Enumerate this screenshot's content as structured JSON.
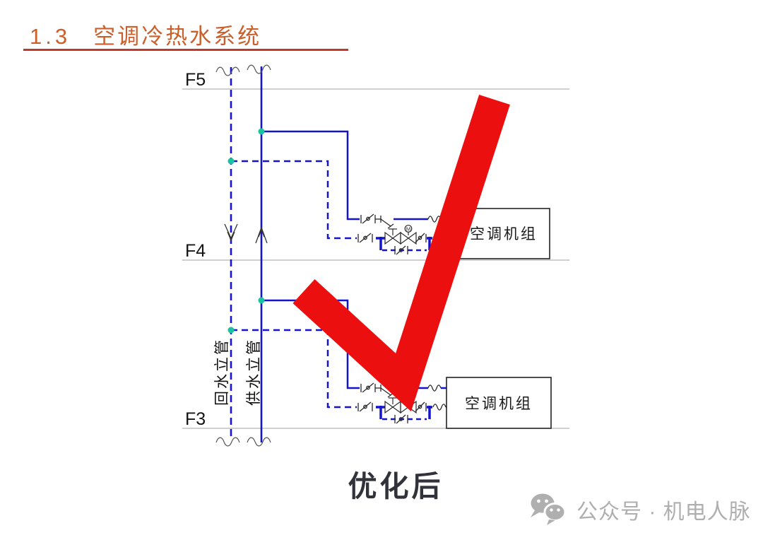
{
  "slide": {
    "title": {
      "number": "1.3",
      "text": "空调冷热水系统"
    },
    "caption": "优化后",
    "watermark": {
      "icon": "wechat-icon",
      "text": "公众号 · 机电人脉"
    }
  },
  "diagram": {
    "floors": [
      {
        "label": "F5"
      },
      {
        "label": "F4"
      },
      {
        "label": "F3"
      }
    ],
    "risers": {
      "return_label": "回水立管",
      "supply_label": "供水立管"
    },
    "units": [
      {
        "label": "空调机组"
      },
      {
        "label": "空调机组"
      }
    ],
    "valves": {
      "motor_label": "M"
    },
    "colors": {
      "pipe_blue": "#1414CC",
      "junction_teal": "#19C39F",
      "checkmark_red": "#EC0F0F",
      "title_orange": "#CB5F2B",
      "underline_red": "#C5392B",
      "caption_dark": "#32323A",
      "watermark_gray": "#AFAFAF",
      "floorline_gray": "#B5B5B5",
      "symbol_black": "#2A2A2A"
    }
  }
}
